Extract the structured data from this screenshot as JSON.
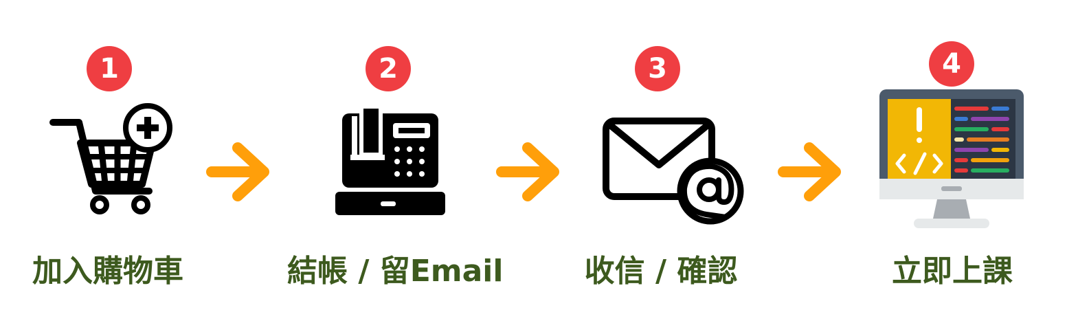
{
  "steps": [
    {
      "number": "1",
      "label": "加入購物車",
      "icon": "shopping-cart-add-icon"
    },
    {
      "number": "2",
      "label": "結帳 / 留Email",
      "icon": "cash-register-icon"
    },
    {
      "number": "3",
      "label": "收信 / 確認",
      "icon": "email-at-icon"
    },
    {
      "number": "4",
      "label": "立即上課",
      "icon": "monitor-code-icon"
    }
  ],
  "colors": {
    "badge": "#ef3e42",
    "label": "#3d5a1e",
    "arrow": "#ff9f0a",
    "icon": "#000000"
  },
  "arrow_icon": "arrow-right-icon"
}
